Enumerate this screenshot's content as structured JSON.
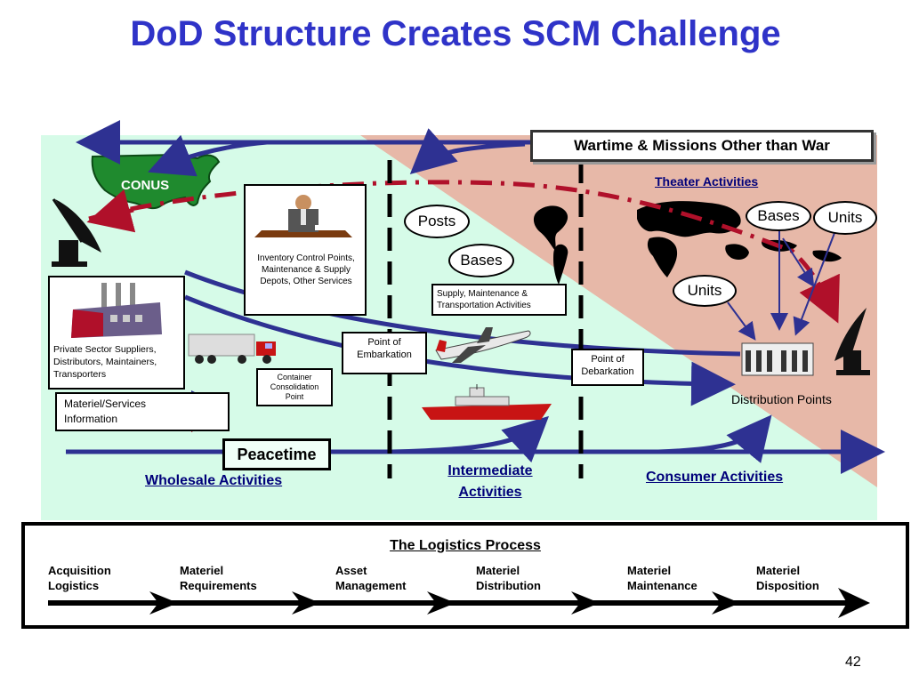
{
  "slide": {
    "title": "DoD Structure Creates SCM Challenge",
    "page_number": "42"
  },
  "colors": {
    "title": "#2f33c8",
    "mint_background": "#d6fbe8",
    "theater_background": "#e7b8a8",
    "material_arrow": "#2e3192",
    "information_line": "#b0102a",
    "conus_map": "#1f8a2e"
  },
  "diagram": {
    "wartime_label": "Wartime & Missions Other than War",
    "peacetime_label": "Peacetime",
    "conus_label": "CONUS",
    "theater_heading": "Theater Activities",
    "wholesale_heading": "Wholesale Activities",
    "intermediate_heading": "Intermediate Activities",
    "consumer_heading": "Consumer Activities",
    "inventory_control": "Inventory Control Points, Maintenance & Supply Depots, Other Services",
    "private_sector": "Private Sector Suppliers, Distributors, Maintainers, Transporters",
    "container_point": "Container Consolidation Point",
    "embarkation": "Point of Embarkation",
    "debarkation": "Point of Debarkation",
    "supply_activities": "Supply, Maintenance & Transportation Activities",
    "distribution_points": "Distribution Points",
    "ovals": {
      "posts": "Posts",
      "bases_mid": "Bases",
      "bases_theater": "Bases",
      "units_theater": "Units",
      "units_lower": "Units"
    },
    "legend": {
      "materiel": "Materiel/Services",
      "information": "Information"
    },
    "icons": [
      "globe-map-icon",
      "satellite-dish-icon",
      "factory-icon",
      "truck-icon",
      "airplane-icon",
      "ship-icon",
      "office-worker-icon",
      "warehouse-icon"
    ]
  },
  "process": {
    "title": "The Logistics Process",
    "steps": [
      {
        "label": "Acquisition Logistics"
      },
      {
        "label": "Materiel Requirements"
      },
      {
        "label": "Asset Management"
      },
      {
        "label": "Materiel Distribution"
      },
      {
        "label": "Materiel Maintenance"
      },
      {
        "label": "Materiel Disposition"
      }
    ]
  }
}
